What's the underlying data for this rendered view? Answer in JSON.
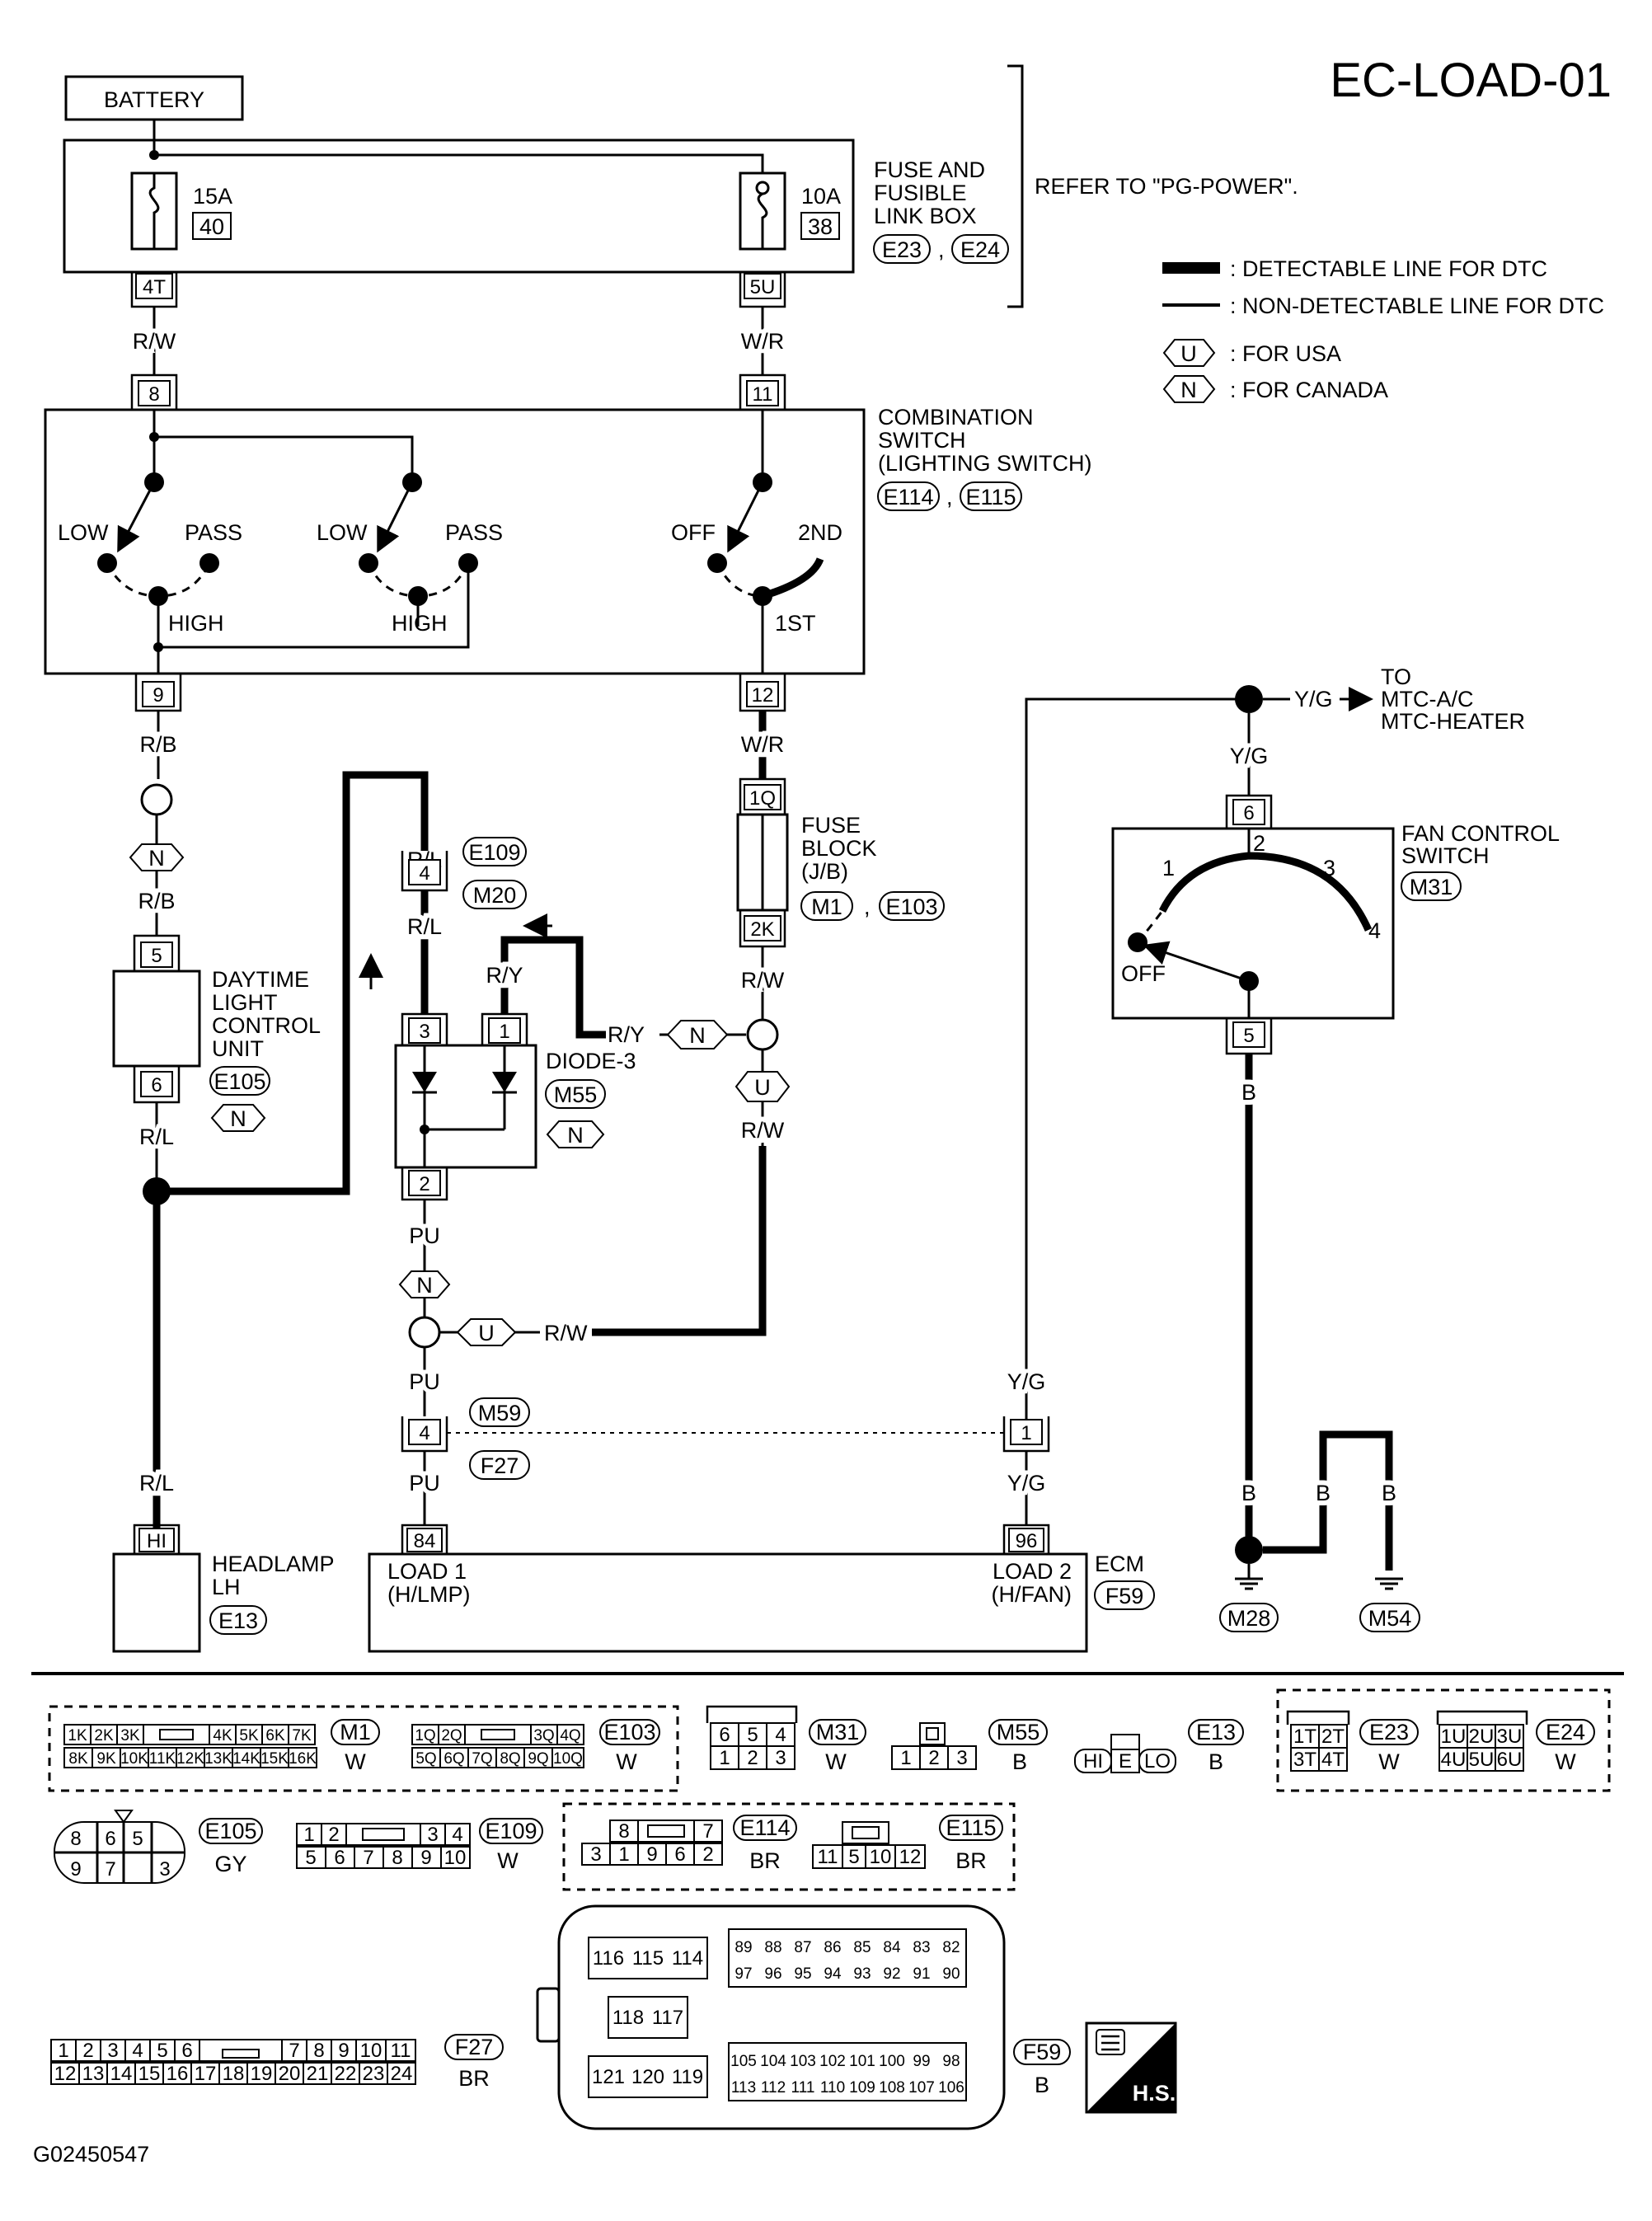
{
  "title": "EC-LOAD-01",
  "figure_id": "G02450547",
  "battery": "BATTERY",
  "fuse_box": {
    "lines": [
      "FUSE AND",
      "FUSIBLE",
      "LINK BOX"
    ],
    "connectors": [
      "E23",
      "E24"
    ],
    "refer": "REFER TO \"PG-POWER\"."
  },
  "fuses": [
    {
      "amp": "15A",
      "num": "40",
      "pin": "4T"
    },
    {
      "amp": "10A",
      "num": "38",
      "pin": "5U"
    }
  ],
  "legend": {
    "detectable": ": DETECTABLE LINE FOR DTC",
    "nondetectable": ": NON-DETECTABLE LINE FOR DTC",
    "usa_mark": "U",
    "usa": ": FOR USA",
    "canada_mark": "N",
    "canada": ": FOR CANADA"
  },
  "combo_switch": {
    "lines": [
      "COMBINATION",
      "SWITCH",
      "(LIGHTING SWITCH)"
    ],
    "connectors": [
      "E114",
      "E115"
    ],
    "pins": [
      "8",
      "11",
      "9",
      "12"
    ],
    "positions": [
      "LOW",
      "PASS",
      "HIGH",
      "LOW",
      "PASS",
      "HIGH",
      "OFF",
      "2ND",
      "1ST"
    ]
  },
  "wires": {
    "rw1": "R/W",
    "wr1": "W/R",
    "rb1": "R/B",
    "rb2": "R/B",
    "rl1": "R/L",
    "rl2": "R/L",
    "rl3": "R/L",
    "rl4": "R/L",
    "wr2": "W/R",
    "rw2": "R/W",
    "rw3": "R/W",
    "rw4": "R/W",
    "ry1": "R/Y",
    "ry2": "R/Y",
    "pu1": "PU",
    "pu2": "PU",
    "pu3": "PU",
    "yg1": "Y/G",
    "yg2": "Y/G",
    "yg3": "Y/G",
    "yg4": "Y/G",
    "b1": "B",
    "b2": "B",
    "b3": "B",
    "b4": "B"
  },
  "dlcu": {
    "lines": [
      "DAYTIME",
      "LIGHT",
      "CONTROL",
      "UNIT"
    ],
    "connector": "E105",
    "pin_in": "5",
    "pin_out": "6",
    "variant": "N"
  },
  "variants": {
    "n1": "N",
    "n2": "N",
    "n3": "N",
    "n4": "N",
    "u1": "U",
    "u2": "U"
  },
  "e109_m20": {
    "pins": [
      "4",
      "4"
    ],
    "connectors": [
      "E109",
      "M20"
    ]
  },
  "diode": {
    "label": "DIODE-3",
    "connector": "M55",
    "variant": "N",
    "pins": [
      "3",
      "1",
      "2"
    ]
  },
  "fuse_block": {
    "lines": [
      "FUSE",
      "BLOCK",
      "(J/B)"
    ],
    "connectors": [
      "M1",
      "E103"
    ],
    "pins": [
      "1Q",
      "2K"
    ]
  },
  "to_mtc": {
    "lines": [
      "TO",
      "MTC-A/C",
      "MTC-HEATER"
    ]
  },
  "fan_switch": {
    "lines": [
      "FAN CONTROL",
      "SWITCH"
    ],
    "connector": "M31",
    "positions": [
      "1",
      "2",
      "3",
      "4",
      "OFF"
    ],
    "pins": [
      "6",
      "5"
    ]
  },
  "m59_f27": {
    "connectors": [
      "M59",
      "F27"
    ],
    "pins": [
      "4",
      "1"
    ]
  },
  "headlamp": {
    "lines": [
      "HEADLAMP",
      "LH"
    ],
    "connector": "E13",
    "pin": "HI"
  },
  "ecm": {
    "label": "ECM",
    "connector": "F59",
    "pins": [
      "84",
      "96"
    ],
    "load1": [
      "LOAD 1",
      "(H/LMP)"
    ],
    "load2": [
      "LOAD 2",
      "(H/FAN)"
    ]
  },
  "grounds": [
    "M28",
    "M54"
  ],
  "connector_views": {
    "m1": {
      "name": "M1",
      "color": "W",
      "row1": [
        "1K",
        "2K",
        "3K",
        "4K",
        "5K",
        "6K",
        "7K"
      ],
      "row2": [
        "8K",
        "9K",
        "10K",
        "11K",
        "12K",
        "13K",
        "14K",
        "15K",
        "16K"
      ]
    },
    "e103": {
      "name": "E103",
      "color": "W",
      "row1": [
        "1Q",
        "2Q",
        "3Q",
        "4Q"
      ],
      "row2": [
        "5Q",
        "6Q",
        "7Q",
        "8Q",
        "9Q",
        "10Q"
      ]
    },
    "m31": {
      "name": "M31",
      "color": "W",
      "row1": [
        "6",
        "5",
        "4"
      ],
      "row2": [
        "1",
        "2",
        "3"
      ]
    },
    "m55": {
      "name": "M55",
      "color": "B",
      "row2": [
        "1",
        "2",
        "3"
      ]
    },
    "e13": {
      "name": "E13",
      "color": "B",
      "row": [
        "HI",
        "E",
        "LO"
      ]
    },
    "e23": {
      "name": "E23",
      "color": "W",
      "row1": [
        "1T",
        "2T"
      ],
      "row2": [
        "3T",
        "4T"
      ]
    },
    "e24": {
      "name": "E24",
      "color": "W",
      "row1": [
        "1U",
        "2U",
        "3U"
      ],
      "row2": [
        "4U",
        "5U",
        "6U"
      ]
    },
    "e105": {
      "name": "E105",
      "color": "GY",
      "row1": [
        "8",
        "6",
        "5"
      ],
      "row2": [
        "9",
        "7",
        "3"
      ]
    },
    "e109": {
      "name": "E109",
      "color": "W",
      "row1": [
        "1",
        "2",
        "3",
        "4"
      ],
      "row2": [
        "5",
        "6",
        "7",
        "8",
        "9",
        "10"
      ]
    },
    "e114": {
      "name": "E114",
      "color": "BR",
      "row1": [
        "8",
        "7"
      ],
      "row2": [
        "3",
        "1",
        "9",
        "6",
        "2"
      ]
    },
    "e115": {
      "name": "E115",
      "color": "BR",
      "row2": [
        "11",
        "5",
        "10",
        "12"
      ]
    },
    "f59": {
      "name": "F59",
      "color": "B",
      "a1": [
        "116",
        "115",
        "114"
      ],
      "a2": [
        "118",
        "117"
      ],
      "a3": [
        "121",
        "120",
        "119"
      ],
      "b1": [
        "89",
        "88",
        "87",
        "86",
        "85",
        "84",
        "83",
        "82"
      ],
      "b2": [
        "97",
        "96",
        "95",
        "94",
        "93",
        "92",
        "91",
        "90"
      ],
      "c1": [
        "105",
        "104",
        "103",
        "102",
        "101",
        "100",
        "99",
        "98"
      ],
      "c2": [
        "113",
        "112",
        "111",
        "110",
        "109",
        "108",
        "107",
        "106"
      ]
    },
    "f27": {
      "name": "F27",
      "color": "BR",
      "row1": [
        "1",
        "2",
        "3",
        "4",
        "5",
        "6",
        "7",
        "8",
        "9",
        "10",
        "11"
      ],
      "row2": [
        "12",
        "13",
        "14",
        "15",
        "16",
        "17",
        "18",
        "19",
        "20",
        "21",
        "22",
        "23",
        "24"
      ]
    }
  },
  "hs_badge": "H.S."
}
